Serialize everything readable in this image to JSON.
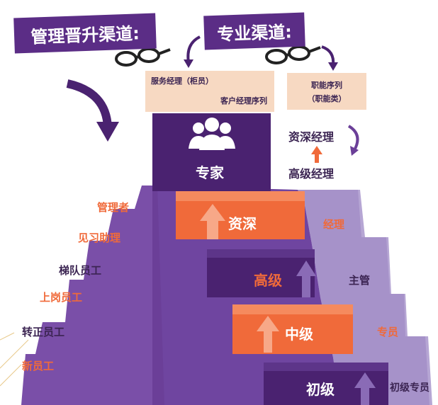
{
  "banners": {
    "management": "管理晋升渠道:",
    "professional": "专业渠道:"
  },
  "boxes": {
    "service": "服务经理（柜员）",
    "customer": "客户经理序列",
    "functional_line1": "职能序列",
    "functional_line2": "（职能类）"
  },
  "expert": "专家",
  "side_right": {
    "senior_manager": "资深经理",
    "high_manager": "高级经理"
  },
  "left_ladder": [
    "管理者",
    "见习助理",
    "梯队员工",
    "上岗员工",
    "转正员工",
    "新员工"
  ],
  "levels": [
    "资深",
    "高级",
    "中级",
    "初级"
  ],
  "right_ladder": [
    "经理",
    "主管",
    "专员",
    "初级专员"
  ],
  "colors": {
    "purple_dark": "#4a2270",
    "purple_mid": "#6b3f98",
    "purple_light": "#9e88c4",
    "orange": "#f06a3a"
  }
}
